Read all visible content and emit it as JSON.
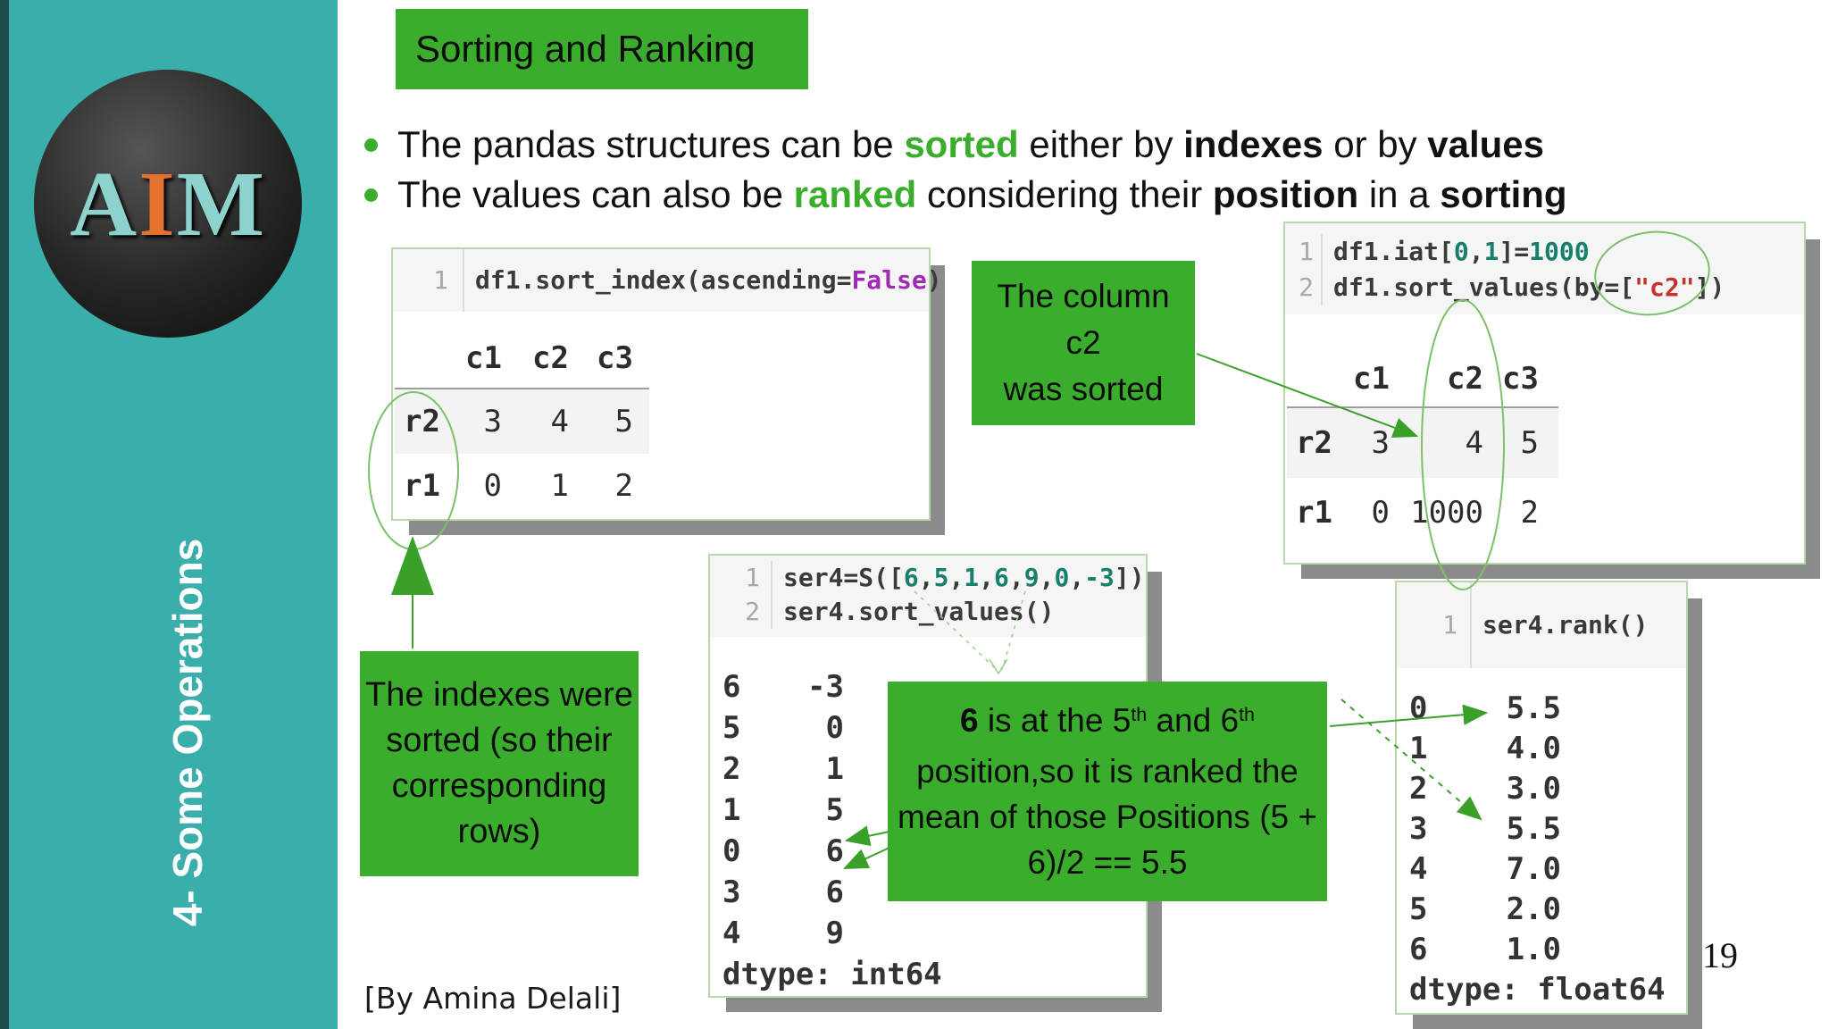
{
  "sidebar": {
    "logo_letters": [
      "A",
      "I",
      "M"
    ],
    "section_label": "4- Some Operations"
  },
  "title": "Sorting and Ranking",
  "bullets": [
    {
      "segments": [
        {
          "text": "The pandas structures can be "
        },
        {
          "text": "sorted",
          "cls": "g"
        },
        {
          "text": " either by "
        },
        {
          "text": "indexes",
          "cls": "b"
        },
        {
          "text": " or by "
        },
        {
          "text": "values",
          "cls": "b"
        }
      ]
    },
    {
      "segments": [
        {
          "text": "The values can also be "
        },
        {
          "text": "ranked",
          "cls": "g"
        },
        {
          "text": " considering their "
        },
        {
          "text": "position",
          "cls": "b"
        },
        {
          "text": " in a "
        },
        {
          "text": "sorting",
          "cls": "b"
        }
      ]
    }
  ],
  "panels": {
    "sort_index": {
      "code_lines": [
        {
          "num": "1",
          "segments": [
            {
              "text": "df1.sort_index(ascending="
            },
            {
              "text": "False",
              "cls": "purple"
            },
            {
              "text": ")"
            }
          ]
        }
      ],
      "table": {
        "headers": [
          "c1",
          "c2",
          "c3"
        ],
        "rows": [
          {
            "index": "r2",
            "values": [
              "3",
              "4",
              "5"
            ]
          },
          {
            "index": "r1",
            "values": [
              "0",
              "1",
              "2"
            ]
          }
        ]
      }
    },
    "sort_values_df": {
      "code_lines": [
        {
          "num": "1",
          "segments": [
            {
              "text": "df1.iat["
            },
            {
              "text": "0",
              "cls": "num"
            },
            {
              "text": ","
            },
            {
              "text": "1",
              "cls": "num"
            },
            {
              "text": "]="
            },
            {
              "text": "1000",
              "cls": "num"
            }
          ]
        },
        {
          "num": "2",
          "segments": [
            {
              "text": "df1.sort_values(by=["
            },
            {
              "text": "\"c2\"",
              "cls": "red"
            },
            {
              "text": "])"
            }
          ]
        }
      ],
      "table": {
        "headers": [
          "c1",
          "c2",
          "c3"
        ],
        "rows": [
          {
            "index": "r2",
            "values": [
              "3",
              "4",
              "5"
            ]
          },
          {
            "index": "r1",
            "values": [
              "0",
              "1000",
              "2"
            ]
          }
        ]
      }
    },
    "sort_values_ser": {
      "code_lines": [
        {
          "num": "1",
          "segments": [
            {
              "text": "ser4=S(["
            },
            {
              "text": "6",
              "cls": "num"
            },
            {
              "text": ","
            },
            {
              "text": "5",
              "cls": "num"
            },
            {
              "text": ","
            },
            {
              "text": "1",
              "cls": "num"
            },
            {
              "text": ","
            },
            {
              "text": "6",
              "cls": "num"
            },
            {
              "text": ","
            },
            {
              "text": "9",
              "cls": "num"
            },
            {
              "text": ","
            },
            {
              "text": "0",
              "cls": "num"
            },
            {
              "text": ","
            },
            {
              "text": "-3",
              "cls": "num"
            },
            {
              "text": "])"
            }
          ]
        },
        {
          "num": "2",
          "segments": [
            {
              "text": "ser4.sort_values()"
            }
          ]
        }
      ],
      "output": {
        "rows": [
          [
            "6",
            "-3"
          ],
          [
            "5",
            "0"
          ],
          [
            "2",
            "1"
          ],
          [
            "1",
            "5"
          ],
          [
            "0",
            "6"
          ],
          [
            "3",
            "6"
          ],
          [
            "4",
            "9"
          ]
        ],
        "dtype": "dtype: int64"
      }
    },
    "rank": {
      "code_lines": [
        {
          "num": "1",
          "segments": [
            {
              "text": "ser4.rank()"
            }
          ]
        }
      ],
      "output": {
        "rows": [
          [
            "0",
            "5.5"
          ],
          [
            "1",
            "4.0"
          ],
          [
            "2",
            "3.0"
          ],
          [
            "3",
            "5.5"
          ],
          [
            "4",
            "7.0"
          ],
          [
            "5",
            "2.0"
          ],
          [
            "6",
            "1.0"
          ]
        ],
        "dtype": "dtype: float64"
      }
    }
  },
  "callouts": {
    "column_sorted_lines": [
      "The column",
      "c2",
      "was sorted"
    ],
    "indexes_sorted": "The indexes were sorted (so their corresponding rows)",
    "rank_explain_segments": [
      {
        "text": "6",
        "cls": "b"
      },
      {
        "text": " is at the 5"
      },
      {
        "text": "th",
        "cls": "sup"
      },
      {
        "text": "  and 6"
      },
      {
        "text": "th",
        "cls": "sup"
      },
      {
        "text": " position,so it is ranked the mean of those Positions (5 + 6)/2 == 5.5"
      }
    ]
  },
  "footer": {
    "byline": "[By Amina Delali]",
    "page_number": "19"
  },
  "colors": {
    "accent_green": "#3bad2c",
    "sidebar_teal": "#3aaeab",
    "sidebar_edge": "#1c4c4b",
    "code_number_teal": "#16806c",
    "code_string_red": "#c2352b",
    "code_keyword_purple": "#a12bb5",
    "panel_border_green": "#b6d8ab",
    "panel_shadow_gray": "#8b8b8b",
    "logo_orange": "#e2722d",
    "logo_teal": "#8ed2cd"
  }
}
